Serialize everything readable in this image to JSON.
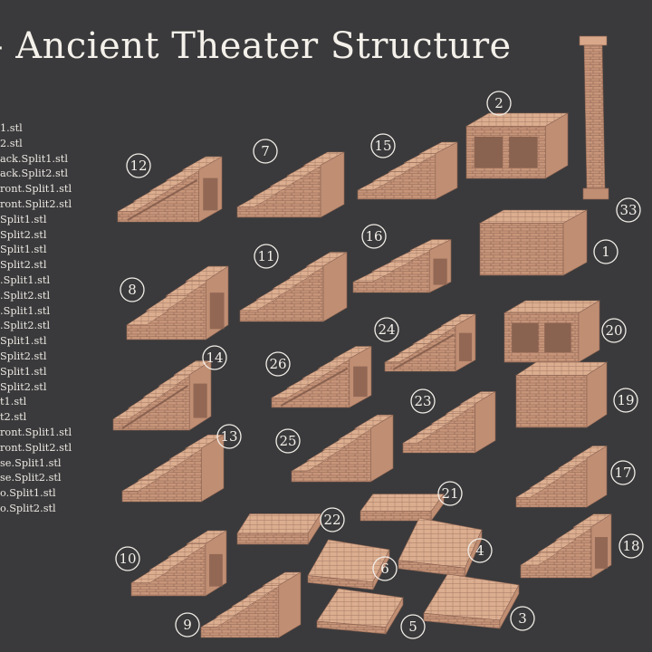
{
  "title": "- Ancient Theater Structure",
  "files": [
    "1.stl",
    "2.stl",
    "ack.Split1.stl",
    "ack.Split2.stl",
    "ront.Split1.stl",
    "ront.Split2.stl",
    "Split1.stl",
    "Split2.stl",
    "Split1.stl",
    "Split2.stl",
    ".Split1.stl",
    ".Split2.stl",
    ".Split1.stl",
    ".Split2.stl",
    "Split1.stl",
    "Split2.stl",
    "Split1.stl",
    "Split2.stl",
    "t1.stl",
    "t2.stl",
    "ront.Split1.stl",
    "ront.Split2.stl",
    "se.Split1.stl",
    "se.Split2.stl",
    "o.Split1.stl",
    "o.Split2.stl"
  ],
  "pieces": [
    {
      "label": "12",
      "kind": "stairs-open"
    },
    {
      "label": "7",
      "kind": "stairs"
    },
    {
      "label": "15",
      "kind": "stairs"
    },
    {
      "label": "2",
      "kind": "box-open"
    },
    {
      "label": "33",
      "kind": "column"
    },
    {
      "label": "1",
      "kind": "box"
    },
    {
      "label": "16",
      "kind": "stairs-hollow"
    },
    {
      "label": "8",
      "kind": "stairs-hollow"
    },
    {
      "label": "11",
      "kind": "stairs"
    },
    {
      "label": "20",
      "kind": "box-open"
    },
    {
      "label": "24",
      "kind": "stairs-open"
    },
    {
      "label": "14",
      "kind": "stairs-open"
    },
    {
      "label": "26",
      "kind": "stairs-open"
    },
    {
      "label": "19",
      "kind": "box"
    },
    {
      "label": "23",
      "kind": "stairs"
    },
    {
      "label": "13",
      "kind": "stairs"
    },
    {
      "label": "25",
      "kind": "stairs"
    },
    {
      "label": "17",
      "kind": "stairs"
    },
    {
      "label": "21",
      "kind": "slab"
    },
    {
      "label": "22",
      "kind": "slab"
    },
    {
      "label": "10",
      "kind": "stairs-hollow"
    },
    {
      "label": "6",
      "kind": "ramp"
    },
    {
      "label": "4",
      "kind": "ramp"
    },
    {
      "label": "18",
      "kind": "stairs-hollow"
    },
    {
      "label": "9",
      "kind": "stairs"
    },
    {
      "label": "5",
      "kind": "ramp"
    },
    {
      "label": "3",
      "kind": "ramp"
    }
  ],
  "colors": {
    "background": "#3a3a3c",
    "stone_light": "#d9a88a",
    "stone_mid": "#c08e73",
    "stone_dark": "#8a6250",
    "text": "#f2eee8"
  }
}
